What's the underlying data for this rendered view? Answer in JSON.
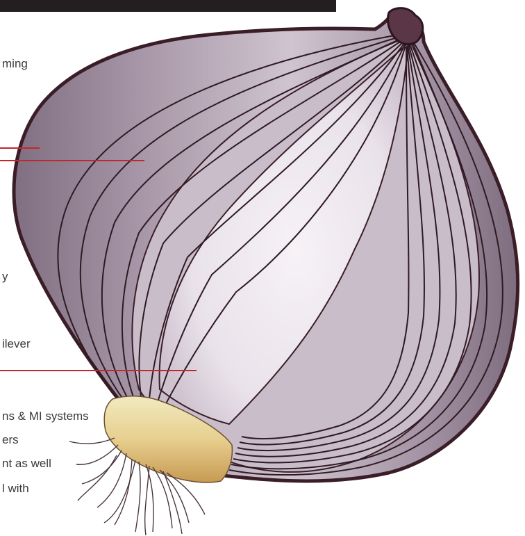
{
  "labels": {
    "l1": "ming",
    "l2": "y",
    "l3": "ilever",
    "l4": "ns & MI systems",
    "l5": "ers",
    "l6": "nt as well",
    "l7": "l with"
  },
  "colors": {
    "background": "#ffffff",
    "top_bar": "#231f20",
    "pointer_line": "#c1272d",
    "outline": "#3a1d27",
    "skin_outer": "#8f7f8e",
    "skin_mid": "#b6a8b6",
    "flesh_inner": "#ece6ec",
    "root_plate": "#e8cf8a",
    "root_hair": "#4a3640"
  },
  "icons": [
    "onion-illustration"
  ]
}
